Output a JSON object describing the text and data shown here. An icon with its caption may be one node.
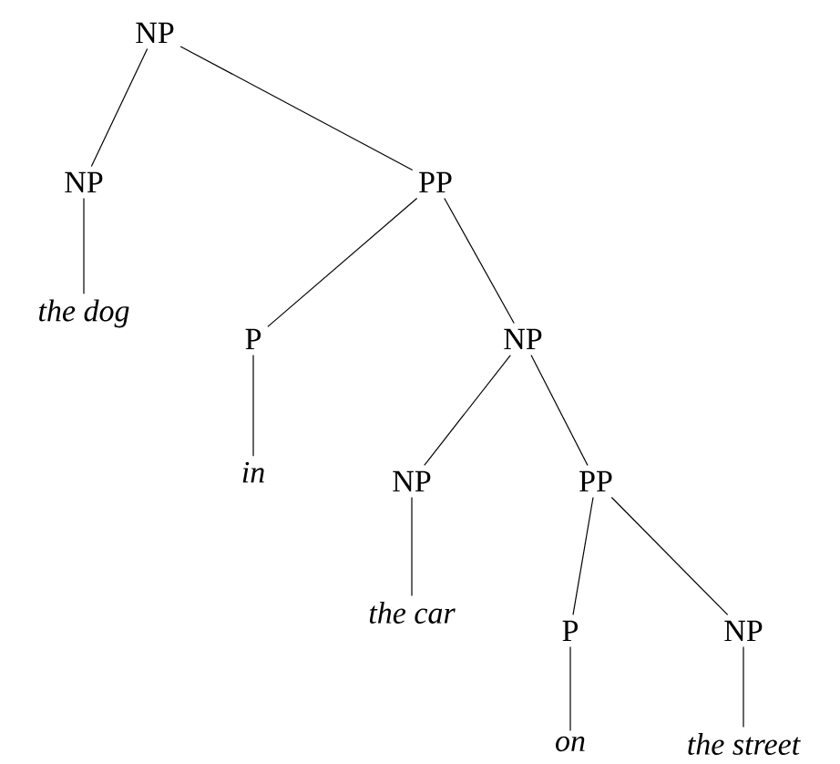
{
  "diagram": {
    "nodes": [
      {
        "text": [
          "NP"
        ]
      },
      {
        "text": [
          "NP"
        ]
      },
      {
        "text": [
          "PP"
        ]
      },
      {
        "text": [
          "the dog"
        ]
      },
      {
        "text": [
          "P"
        ]
      },
      {
        "text": [
          "NP"
        ]
      },
      {
        "text": [
          "in"
        ]
      },
      {
        "text": [
          "NP"
        ]
      },
      {
        "text": [
          "PP"
        ]
      },
      {
        "text": [
          "the car"
        ]
      },
      {
        "text": [
          "P"
        ]
      },
      {
        "text": [
          "NP"
        ]
      },
      {
        "text": [
          "on"
        ]
      },
      {
        "text": [
          "the street"
        ]
      }
    ],
    "edges": [
      {
        "from": 0,
        "to": 1,
        "arrow": "none"
      },
      {
        "from": 0,
        "to": 2,
        "arrow": "none"
      },
      {
        "from": 1,
        "to": 3,
        "arrow": "none"
      },
      {
        "from": 2,
        "to": 4,
        "arrow": "none"
      },
      {
        "from": 2,
        "to": 5,
        "arrow": "none"
      },
      {
        "from": 4,
        "to": 6,
        "arrow": "none"
      },
      {
        "from": 5,
        "to": 7,
        "arrow": "none"
      },
      {
        "from": 5,
        "to": 8,
        "arrow": "none"
      },
      {
        "from": 7,
        "to": 9,
        "arrow": "none"
      },
      {
        "from": 8,
        "to": 10,
        "arrow": "none"
      },
      {
        "from": 8,
        "to": 11,
        "arrow": "none"
      },
      {
        "from": 10,
        "to": 12,
        "arrow": "none"
      },
      {
        "from": 11,
        "to": 13,
        "arrow": "none"
      }
    ]
  }
}
